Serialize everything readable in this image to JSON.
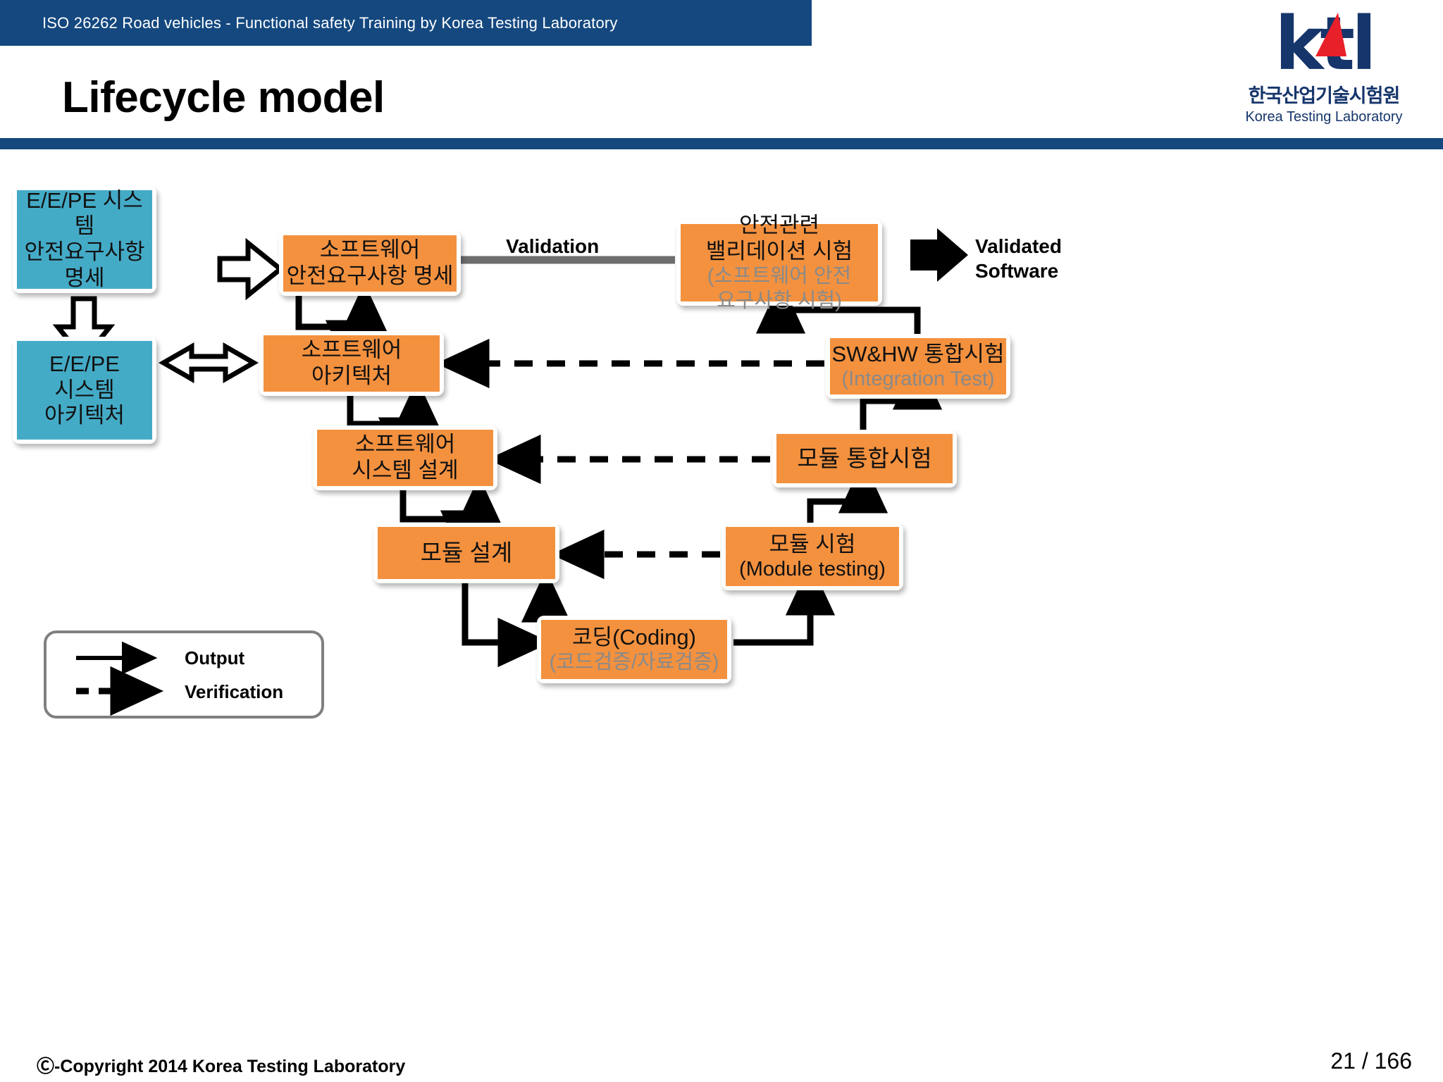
{
  "header": {
    "banner_text": "ISO 26262 Road vehicles - Functional safety Training by Korea Testing Laboratory",
    "slide_title": "Lifecycle model",
    "banner_color": "#14487f"
  },
  "logo": {
    "wordmark": "ktl",
    "korean_name": "한국산업기술시험원",
    "english_name": "Korea Testing Laboratory",
    "navy": "#16356b",
    "red": "#e8202a"
  },
  "diagram": {
    "colors": {
      "orange": "#f3913f",
      "blue": "#44abc7",
      "gray_text": "#8a8a8a",
      "validation_arrow": "#6e6e6e"
    },
    "nodes": [
      {
        "id": "eepe-safety-req",
        "line1": "E/E/PE 시스템\n안전요구사항\n명세",
        "line2": "",
        "color": "blue"
      },
      {
        "id": "eepe-architecture",
        "line1": "E/E/PE\n시스템\n아키텍처",
        "line2": "",
        "color": "blue"
      },
      {
        "id": "sw-safety-req-spec",
        "line1": "소프트웨어\n안전요구사항 명세",
        "line2": "",
        "color": "orange"
      },
      {
        "id": "sw-architecture",
        "line1": "소프트웨어\n아키텍처",
        "line2": "",
        "color": "orange"
      },
      {
        "id": "sw-system-design",
        "line1": "소프트웨어\n시스템 설계",
        "line2": "",
        "color": "orange"
      },
      {
        "id": "module-design",
        "line1": "모듈 설계",
        "line2": "",
        "color": "orange"
      },
      {
        "id": "coding",
        "line1": "코딩(Coding)",
        "line2": "(코드검증/자료검증)",
        "color": "orange"
      },
      {
        "id": "module-testing",
        "line1": "모듈 시험",
        "line2": "(Module testing)",
        "color": "orange"
      },
      {
        "id": "module-integration-test",
        "line1": "모듈 통합시험",
        "line2": "",
        "color": "orange"
      },
      {
        "id": "swhw-integration-test",
        "line1": "SW&HW 통합시험",
        "line2": "(Integration Test)",
        "color": "orange"
      },
      {
        "id": "safety-validation-test",
        "line1": "안전관련\n밸리데이션 시험",
        "line2": "(소프트웨어 안전\n요구사항 시험)",
        "color": "orange"
      }
    ],
    "labels": {
      "validation": "Validation",
      "validated_software": "Validated\nSoftware"
    },
    "legend": {
      "output": "Output",
      "verification": "Verification"
    }
  },
  "footer": {
    "copyright": "Ⓒ-Copyright 2014 Korea Testing Laboratory",
    "page": "21 / 166"
  }
}
